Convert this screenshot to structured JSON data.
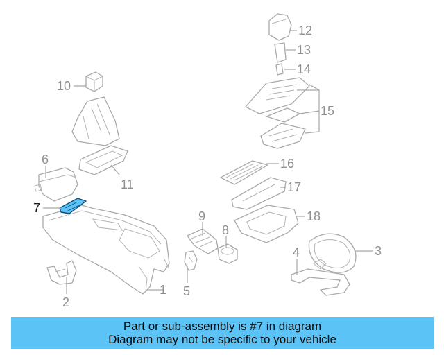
{
  "callouts": {
    "c1": "1",
    "c2": "2",
    "c3": "3",
    "c4": "4",
    "c5": "5",
    "c6": "6",
    "c7": "7",
    "c8": "8",
    "c9": "9",
    "c10": "10",
    "c11": "11",
    "c12": "12",
    "c13": "13",
    "c14": "14",
    "c15": "15",
    "c16": "16",
    "c17": "17",
    "c18": "18"
  },
  "highlighted_part": "7",
  "colors": {
    "highlight_fill": "#5bc3f6",
    "banner_bg": "#5bc3f6",
    "line_art": "#a9a9a9"
  },
  "banner": {
    "line1": "Part or sub-assembly is #7 in diagram",
    "line2": "Diagram may not be specific to your vehicle"
  }
}
